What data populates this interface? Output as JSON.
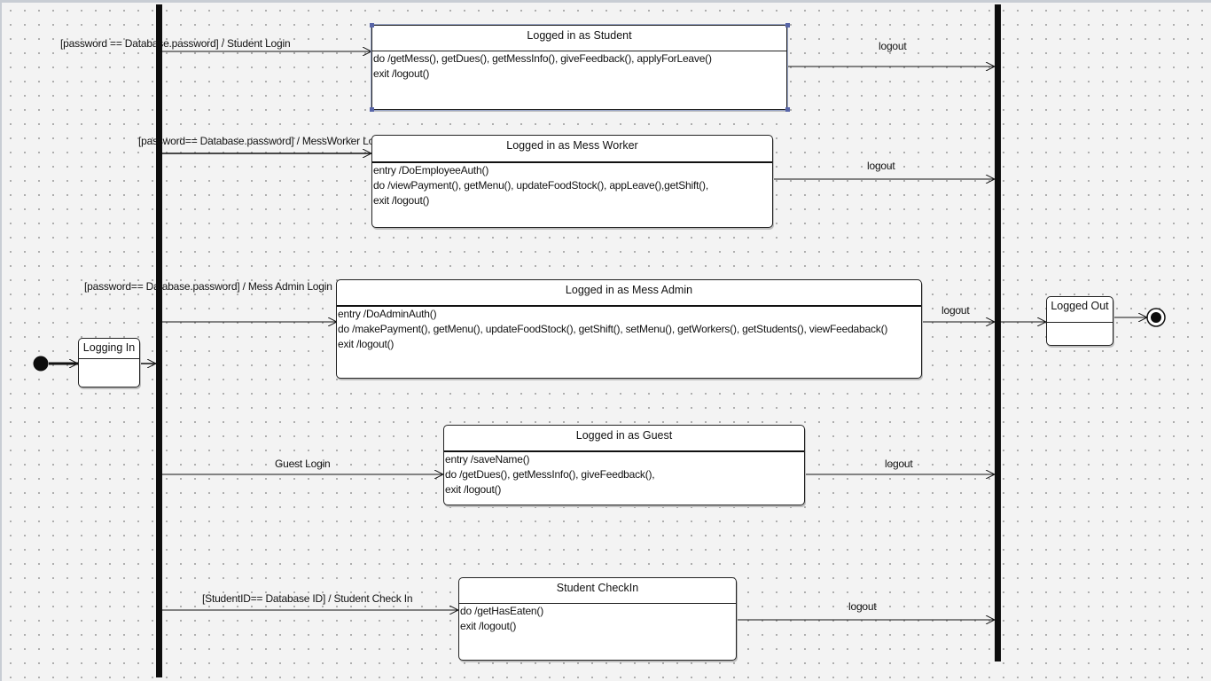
{
  "states": {
    "logging_in": {
      "title": "Logging In"
    },
    "student": {
      "title": "Logged in as Student",
      "lines": [
        "do /getMess(), getDues(), getMessInfo(), giveFeedback(), applyForLeave()",
        "exit /logout()"
      ]
    },
    "mess_worker": {
      "title": "Logged in as Mess Worker",
      "lines": [
        "entry /DoEmployeeAuth()",
        "do /viewPayment(), getMenu(), updateFoodStock(), appLeave(),getShift(),",
        "exit /logout()"
      ]
    },
    "mess_admin": {
      "title": "Logged in as Mess Admin",
      "lines": [
        "entry /DoAdminAuth()",
        "do /makePayment(), getMenu(), updateFoodStock(), getShift(), setMenu(), getWorkers(), getStudents(), viewFeedaback()",
        "exit /logout()"
      ]
    },
    "guest": {
      "title": "Logged in as Guest",
      "lines": [
        "entry /saveName()",
        "do /getDues(), getMessInfo(), giveFeedback(),",
        "exit /logout()"
      ]
    },
    "student_checkin": {
      "title": "Student CheckIn",
      "lines": [
        "do /getHasEaten()",
        "exit /logout()"
      ]
    },
    "logged_out": {
      "title": "Logged Out"
    }
  },
  "transitions": {
    "student_login": "[password == Database.password] / Student Login",
    "worker_login": "[password== Database.password] / MessWorker  Login",
    "admin_login": "[password== Database.password] / Mess Admin  Login",
    "guest_login": "Guest  Login",
    "checkin": "[StudentID== Database ID] / Student  Check In",
    "logout": "logout"
  }
}
